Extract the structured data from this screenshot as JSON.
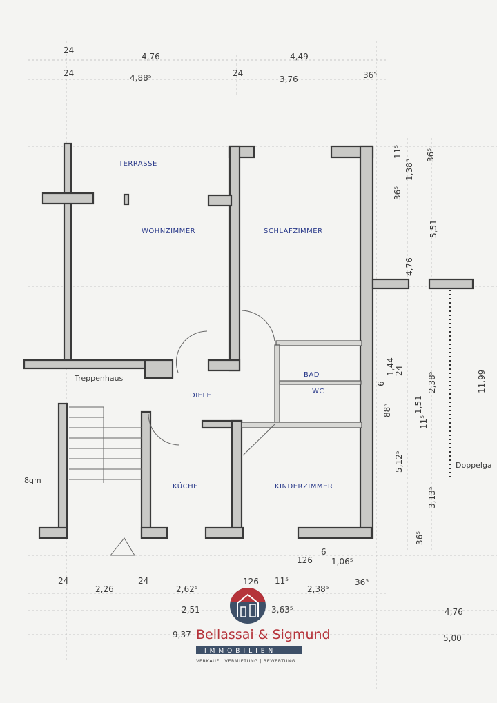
{
  "rooms": {
    "terrasse": "TERRASSE",
    "wohnzimmer": "WOHNZIMMER",
    "schlafzimmer": "SCHLAFZIMMER",
    "diele": "DIELE",
    "bad": "BAD",
    "wc": "WC",
    "kueche": "KÜCHE",
    "kinderzimmer": "KINDERZIMMER",
    "treppenhaus": "Treppenhaus",
    "partial_area": "8qm",
    "doppelgarage": "Doppelga"
  },
  "dimensions": {
    "top": [
      "24",
      "4,76",
      "4,49",
      "24",
      "4,88⁵",
      "24",
      "3,76",
      "36⁵"
    ],
    "right": [
      "11⁵",
      "36⁵",
      "1,38⁵",
      "36⁵",
      "5,51",
      "4,76",
      "1,44",
      "24",
      "6",
      "2,38⁵",
      "11,99",
      "1,51",
      "88⁵",
      "11⁵",
      "5,12⁵",
      "3,13⁵",
      "36⁵"
    ],
    "bottom": [
      "126",
      "6",
      "1,06⁵",
      "24",
      "2,26",
      "24",
      "2,62⁵",
      "126",
      "11⁵",
      "2,38⁵",
      "36⁵",
      "2,51",
      "3,63⁵",
      "4,76",
      "9,37",
      "5,00"
    ]
  },
  "logo": {
    "name": "Bellassai & Sigmund",
    "subtitle": "IMMOBILIEN",
    "tagline": "VERKAUF | VERMIETUNG | BEWERTUNG",
    "colors": {
      "red": "#b5333a",
      "navy": "#3e5068"
    }
  }
}
